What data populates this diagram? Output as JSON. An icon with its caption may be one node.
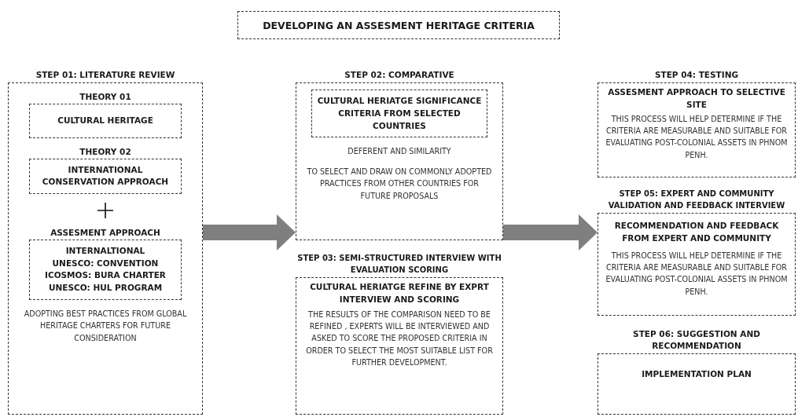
{
  "diagram": {
    "title": "DEVELOPING AN ASSESMENT HERITAGE CRITERIA",
    "nodes": [
      {
        "text": [
          "STEP 01: LITERATURE REVIEW",
          "ADOPTING BEST PRACTICES FROM GLOBAL HERITAGE CHARTERS FOR FUTURE CONSIDERATION"
        ]
      },
      {
        "text": [
          "THEORY 01",
          "CULTURAL HERITAGE"
        ],
        "in": 0
      },
      {
        "text": [
          "THEORY 02",
          "INTERNATIONAL CONSERVATION APPROACH"
        ],
        "in": 0
      },
      {
        "text": [
          "ASSESMENT APPROACH",
          "INTERNALTIONAL",
          "UNESCO: CONVENTION",
          "ICOSMOS: BURA CHARTER",
          "UNESCO: HUL PROGRAM"
        ],
        "in": 0
      },
      {
        "text": [
          "STEP 02: COMPARATIVE",
          "DEFERENT AND SIMILARITY",
          "TO SELECT AND DRAW ON COMMONLY ADOPTED PRACTICES FROM OTHER COUNTRIES FOR FUTURE PROPOSALS"
        ]
      },
      {
        "text": [
          "CULTURAL HERIATGE SIGNIFICANCE CRITERIA FROM SELECTED COUNTRIES"
        ],
        "in": 4
      },
      {
        "text": [
          "STEP 03: SEMI-STRUCTURED INTERVIEW WITH EVALUATION SCORING",
          "CULTURAL HERIATGE REFINE BY EXPRT INTERVIEW AND SCORING",
          "THE RESULTS OF THE COMPARISON NEED TO BE REFINED , EXPERTS WILL BE INTERVIEWED AND ASKED TO SCORE THE PROPOSED CRITERIA IN ORDER TO SELECT THE MOST SUITABLE LIST FOR FURTHER DEVELOPMENT."
        ]
      },
      {
        "text": [
          "STEP 04: TESTING",
          "ASSESMENT APPROACH TO SELECTIVE SITE",
          "THIS PROCESS WILL HELP DETERMINE IF THE CRITERIA ARE MEASURABLE AND SUITABLE FOR EVALUATING POST-COLONIAL ASSETS IN PHNOM PENH."
        ]
      },
      {
        "text": [
          "STEP 05: EXPERT AND COMMUNITY VALIDATION AND FEEDBACK INTERVIEW",
          "RECOMMENDATION AND FEEDBACK FROM  EXPERT AND COMMUNITY",
          "THIS PROCESS WILL HELP DETERMINE IF THE CRITERIA ARE MEASURABLE AND SUITABLE FOR EVALUATING POST-COLONIAL ASSETS IN PHNOM PENH."
        ]
      },
      {
        "text": [
          "STEP 06: SUGGESTION AND RECOMMENDATION",
          "IMPLEMENTATION PLAN"
        ]
      }
    ],
    "edges": [
      {
        "from": 0,
        "to": 4,
        "arrow": "to"
      },
      {
        "from": 4,
        "to": 8,
        "arrow": "to"
      }
    ]
  }
}
